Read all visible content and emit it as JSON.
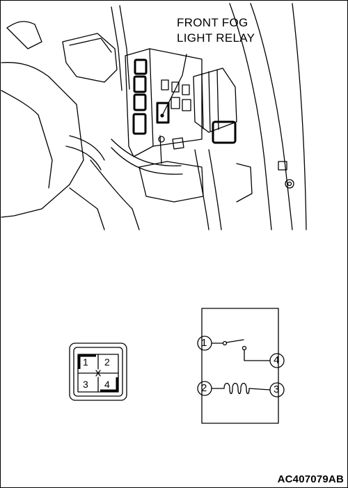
{
  "callout": {
    "line1": "FRONT FOG",
    "line2": "LIGHT RELAY"
  },
  "connector": {
    "pins": [
      "1",
      "2",
      "3",
      "4"
    ]
  },
  "schematic": {
    "terminals": [
      "1",
      "2",
      "3",
      "4"
    ],
    "components": [
      "switch-contact",
      "relay-coil"
    ]
  },
  "figure_code": "AC407079AB"
}
